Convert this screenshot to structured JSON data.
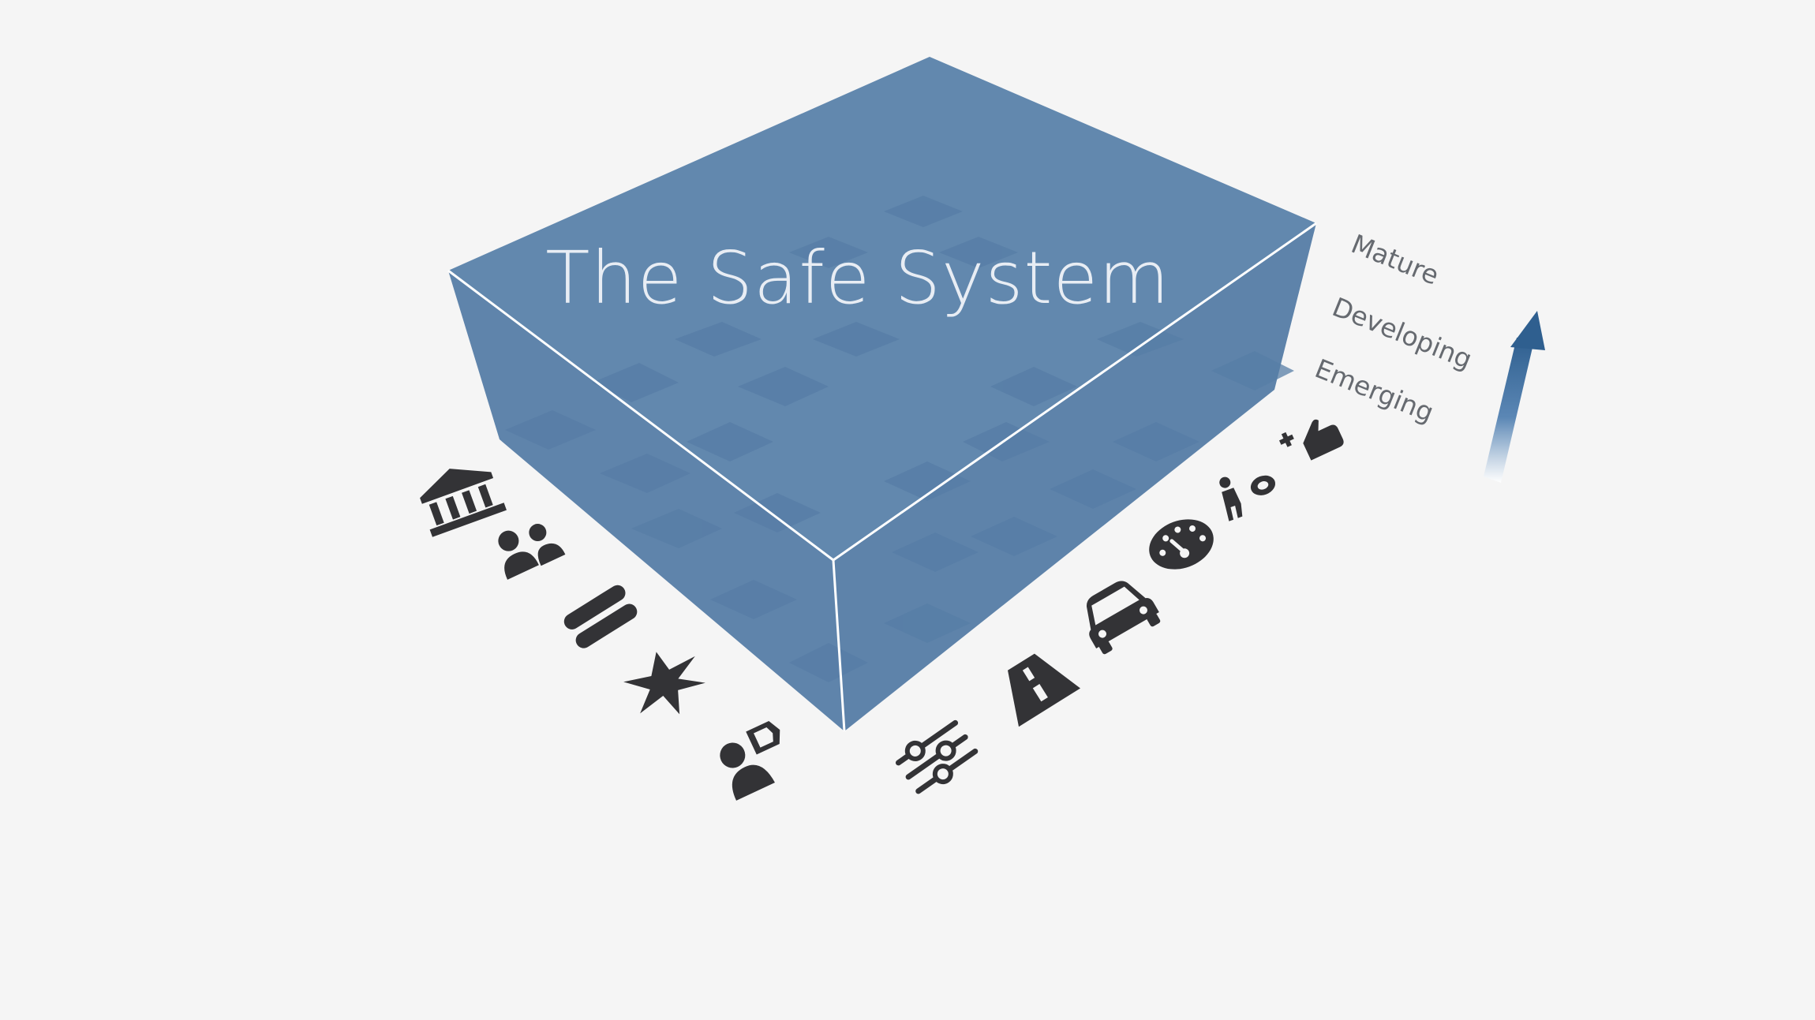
{
  "title": "The Safe System",
  "levels": {
    "mature": "Mature",
    "developing": "Developing",
    "emerging": "Emerging"
  },
  "colors": {
    "background": "#f5f5f5",
    "box_top": "#6287ad",
    "box_side": "#5c80a8",
    "grid_cell": "#557ba4",
    "edge": "#ffffff",
    "icon": "#333336",
    "arrow": "#2f5f8f",
    "label": "#666a70"
  },
  "left_axis_icons": [
    "government-icon",
    "people-icon",
    "equality-icon",
    "impact-star-icon",
    "person-tag-icon"
  ],
  "right_axis_icons": [
    "settings-sliders-icon",
    "road-icon",
    "car-icon",
    "speedometer-icon",
    "pedestrian-icon",
    "first-aid-hand-icon"
  ],
  "progress_arrow": "maturity-arrow-icon"
}
